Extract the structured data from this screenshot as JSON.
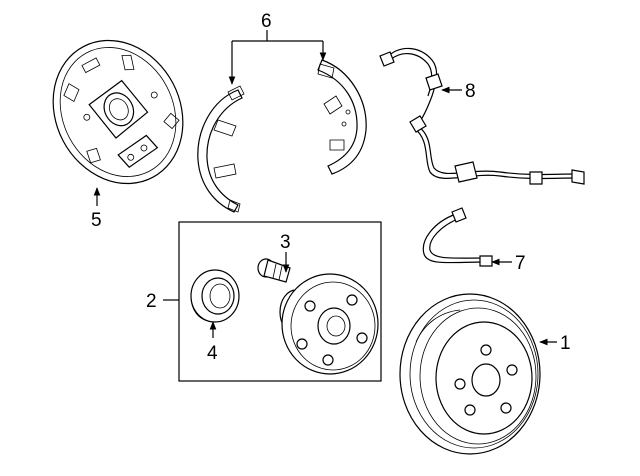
{
  "diagram": {
    "parts": [
      {
        "id": "drum",
        "callout": "1"
      },
      {
        "id": "hub-assembly-box",
        "callout": "2"
      },
      {
        "id": "hub-bolt",
        "callout": "3"
      },
      {
        "id": "bearing",
        "callout": "4"
      },
      {
        "id": "backing-plate",
        "callout": "5"
      },
      {
        "id": "brake-shoes",
        "callout": "6"
      },
      {
        "id": "brake-hose",
        "callout": "7"
      },
      {
        "id": "abs-sensor-wire",
        "callout": "8"
      }
    ]
  }
}
